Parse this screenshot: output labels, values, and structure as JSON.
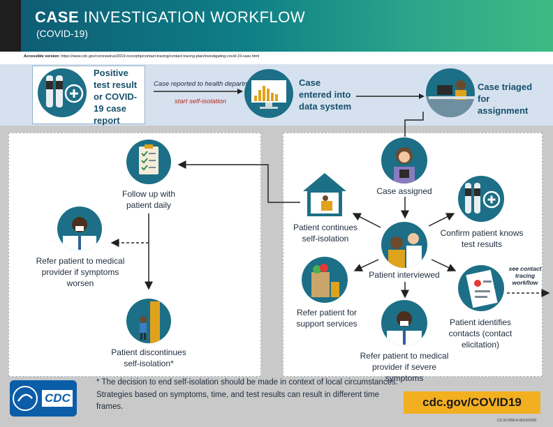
{
  "header": {
    "title_bold": "CASE",
    "title_rest": " INVESTIGATION WORKFLOW",
    "subtitle": "(COVID-19)",
    "accessible_version_label": "Accessible version:",
    "accessible_version_url": "https://www.cdc.gov/coronavirus/2019-ncov/php/contact-tracing/contact-tracing-plan/investigating-covid-19-case.html"
  },
  "top_row": {
    "positive_test": "Positive test result or COVID-19 case report",
    "arrow_label": "Case reported to health department",
    "arrow_sublabel": "start self-isolation",
    "case_entered": "Case entered into data system",
    "case_triaged": "Case triaged for assignment"
  },
  "left_panel": {
    "follow_up": "Follow up with patient daily",
    "refer_medical": "Refer patient to medical provider if symptoms worsen",
    "discontinues": "Patient discontinues self-isolation*"
  },
  "right_panel": {
    "case_assigned": "Case assigned",
    "continues_isolation": "Patient continues self-isolation",
    "confirm_results": "Confirm patient knows test results",
    "interviewed": "Patient interviewed",
    "support_services": "Refer patient for support services",
    "identifies_contacts": "Patient identifies contacts (contact elicitation)",
    "see_contact_tracing": "see contact tracing workflow",
    "refer_severe": "Refer patient to medical provider if severe symptoms"
  },
  "footer": {
    "footnote_line1": "* The decision to end self-isolation should be made in context of local circumstances.",
    "footnote_line2": "Strategies based on symptoms, time, and test results can result in different time frames.",
    "url": "cdc.gov/COVID19",
    "logo_text": "CDC",
    "code": "CS 317058-A   06/15/2020"
  },
  "colors": {
    "header_dark": "#0d5a73",
    "header_green": "#3dbb84",
    "accent_teal": "#15506b",
    "url_bar": "#f2b020",
    "logo_blue": "#0b5da8"
  }
}
